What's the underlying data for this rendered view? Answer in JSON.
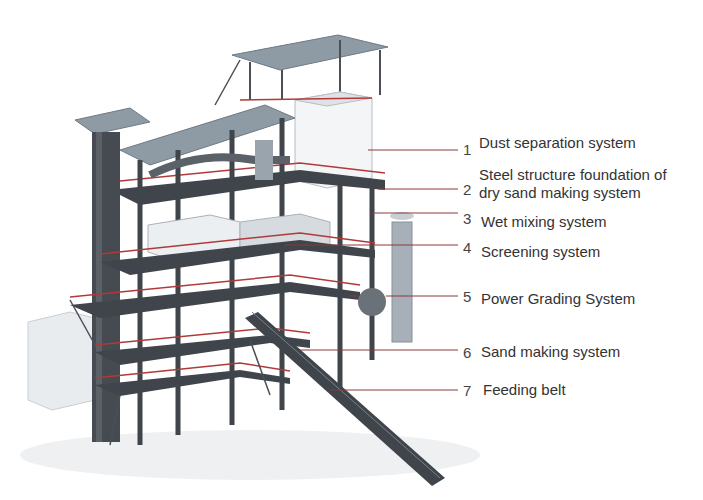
{
  "diagram": {
    "labels": [
      "1",
      "Dust separation system",
      "2",
      "Steel structure foundation of dry sand making system",
      "3",
      "Wet mixing system",
      "4",
      "Screening system",
      "5",
      "Power Grading System",
      "6",
      "Sand making system",
      "7",
      "Feeding belt"
    ]
  }
}
